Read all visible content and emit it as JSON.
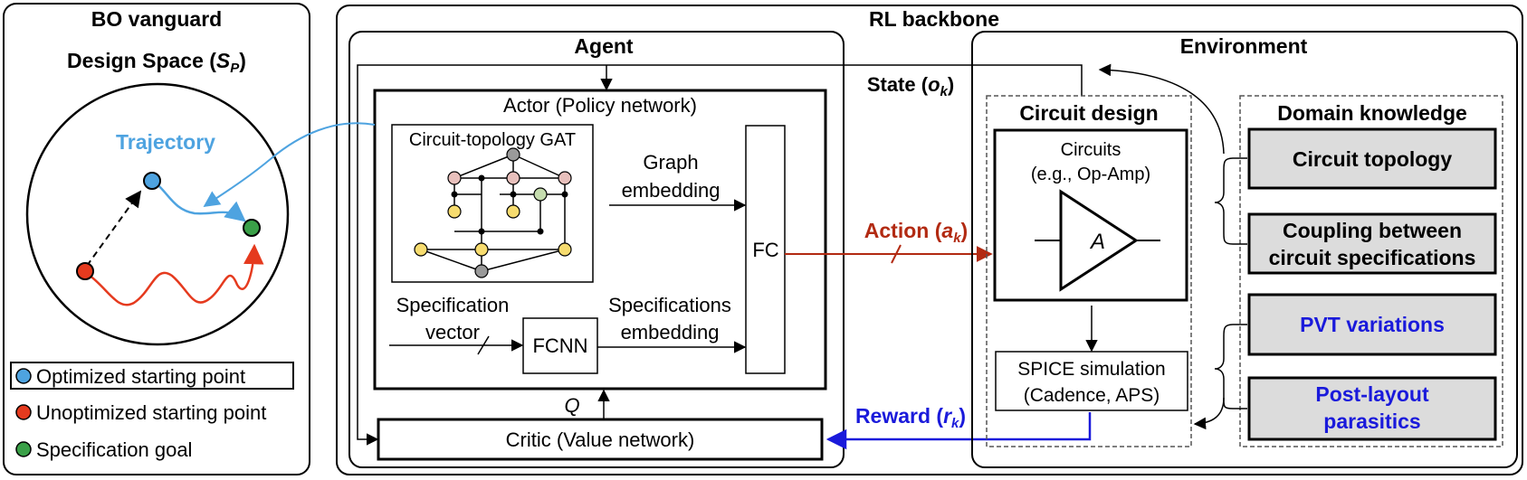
{
  "bo": {
    "title": "BO vanguard",
    "design_space_prefix": "Design Space (",
    "design_space_symbol": "S",
    "design_space_sub": "P",
    "design_space_suffix": ")",
    "trajectory": "Trajectory",
    "legend": [
      {
        "label": "Optimized starting point",
        "color": "#4ea3e0"
      },
      {
        "label": "Unoptimized starting point",
        "color": "#e53a1e"
      },
      {
        "label": "Specification goal",
        "color": "#3aa048"
      }
    ]
  },
  "rl": {
    "title": "RL backbone",
    "agent": {
      "title": "Agent",
      "actor_title": "Actor (Policy network)",
      "gat_title": "Circuit-topology GAT",
      "graph_embedding_1": "Graph",
      "graph_embedding_2": "embedding",
      "fc": "FC",
      "spec_vector_1": "Specification",
      "spec_vector_2": "vector",
      "fcnn": "FCNN",
      "spec_embedding_1": "Specifications",
      "spec_embedding_2": "embedding",
      "q": "Q",
      "critic": "Critic (Value network)"
    },
    "signals": {
      "state_prefix": "State (",
      "state_symbol": "o",
      "state_sub": "k",
      "state_suffix": ")",
      "action_prefix": "Action (",
      "action_symbol": "a",
      "action_sub": "k",
      "action_suffix": ")",
      "reward_prefix": "Reward (",
      "reward_symbol": "r",
      "reward_sub": "k",
      "reward_suffix": ")"
    },
    "environment": {
      "title": "Environment",
      "circuit_design": "Circuit design",
      "circuits_1": "Circuits",
      "circuits_2": "(e.g., Op-Amp)",
      "amp_label": "A",
      "spice_1": "SPICE simulation",
      "spice_2": "(Cadence, APS)",
      "domain_knowledge": "Domain knowledge",
      "knowledge_items": [
        {
          "lines": [
            "Circuit topology"
          ],
          "color": "#000000"
        },
        {
          "lines": [
            "Coupling between",
            "circuit specifications"
          ],
          "color": "#000000"
        },
        {
          "lines": [
            "PVT variations"
          ],
          "color": "#1a1adb"
        },
        {
          "lines": [
            "Post-layout",
            "parasitics"
          ],
          "color": "#1a1adb"
        }
      ]
    }
  },
  "colors": {
    "trajectory": "#4ea3e0",
    "action": "#b22a12",
    "reward": "#1a1adb",
    "box_fill": "#dcdcdc",
    "node_pink": "#e8c0bc",
    "node_yellow": "#f7dc6f",
    "node_gray": "#9a9a9a",
    "node_green": "#c5dcae"
  }
}
